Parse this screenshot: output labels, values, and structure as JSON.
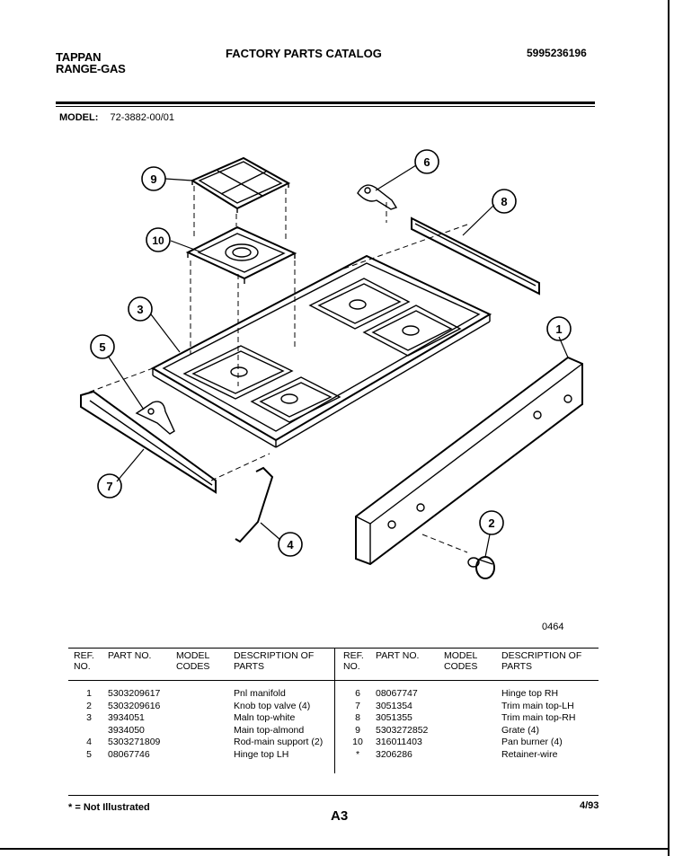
{
  "header": {
    "brand_line1": "TAPPAN",
    "brand_line2": "RANGE-GAS",
    "catalog_title": "FACTORY PARTS CATALOG",
    "catalog_number": "5995236196"
  },
  "model": {
    "label": "MODEL:",
    "value": "72-3882-00/01"
  },
  "diagram": {
    "callouts": [
      "9",
      "6",
      "8",
      "10",
      "3",
      "1",
      "5",
      "7",
      "4",
      "2"
    ],
    "code": "0464"
  },
  "table": {
    "headers": {
      "ref": "REF. NO.",
      "part": "PART NO.",
      "model": "MODEL CODES",
      "desc": "DESCRIPTION OF PARTS"
    },
    "left_rows": [
      {
        "ref": "1",
        "part": "5303209617",
        "desc": "Pnl manifold"
      },
      {
        "ref": "2",
        "part": "5303209616",
        "desc": "Knob top valve (4)"
      },
      {
        "ref": "3",
        "part": "3934051",
        "desc": "Maln top-white"
      },
      {
        "ref": "",
        "part": "3934050",
        "desc": "Main top-almond"
      },
      {
        "ref": "4",
        "part": "5303271809",
        "desc": "Rod-main support (2)"
      },
      {
        "ref": "5",
        "part": "08067746",
        "desc": "Hinge top LH"
      }
    ],
    "right_rows": [
      {
        "ref": "6",
        "part": "08067747",
        "desc": "Hinge top RH"
      },
      {
        "ref": "7",
        "part": "3051354",
        "desc": "Trim main top-LH"
      },
      {
        "ref": "8",
        "part": "3051355",
        "desc": "Trim main top-RH"
      },
      {
        "ref": "9",
        "part": "5303272852",
        "desc": "Grate (4)"
      },
      {
        "ref": "10",
        "part": "316011403",
        "desc": "Pan burner (4)"
      },
      {
        "ref": "*",
        "part": "3206286",
        "desc": "Retainer-wire"
      }
    ]
  },
  "footer": {
    "note": "* = Not Illustrated",
    "page": "A3",
    "date": "4/93"
  }
}
